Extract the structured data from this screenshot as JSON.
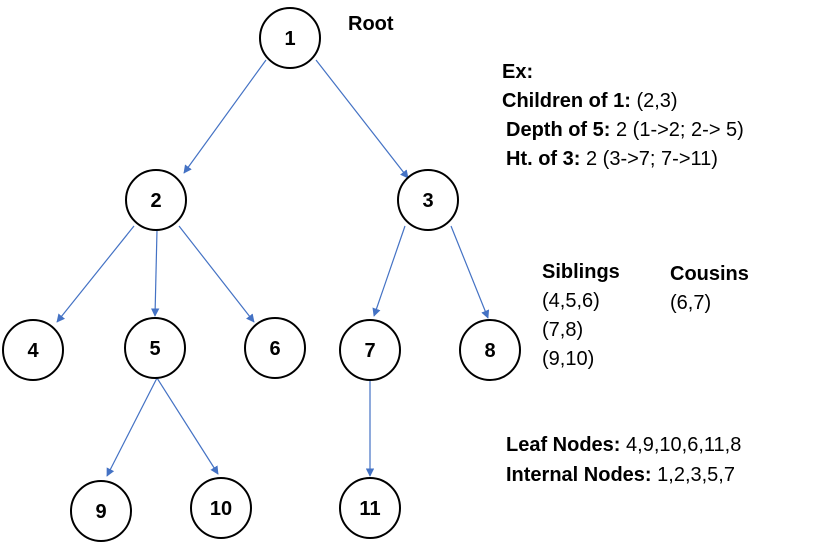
{
  "diagram": {
    "nodes": [
      {
        "id": "1",
        "label": "1"
      },
      {
        "id": "2",
        "label": "2"
      },
      {
        "id": "3",
        "label": "3"
      },
      {
        "id": "4",
        "label": "4"
      },
      {
        "id": "5",
        "label": "5"
      },
      {
        "id": "6",
        "label": "6"
      },
      {
        "id": "7",
        "label": "7"
      },
      {
        "id": "8",
        "label": "8"
      },
      {
        "id": "9",
        "label": "9"
      },
      {
        "id": "10",
        "label": "10"
      },
      {
        "id": "11",
        "label": "11"
      }
    ],
    "edges": [
      {
        "from": "1",
        "to": "2"
      },
      {
        "from": "1",
        "to": "3"
      },
      {
        "from": "2",
        "to": "4"
      },
      {
        "from": "2",
        "to": "5"
      },
      {
        "from": "2",
        "to": "6"
      },
      {
        "from": "3",
        "to": "7"
      },
      {
        "from": "3",
        "to": "8"
      },
      {
        "from": "5",
        "to": "9"
      },
      {
        "from": "5",
        "to": "10"
      },
      {
        "from": "7",
        "to": "11"
      }
    ],
    "colors": {
      "edge": "#4472C4",
      "node_stroke": "#000000",
      "node_fill": "#ffffff"
    }
  },
  "root_label": "Root",
  "example": {
    "heading": "Ex:",
    "children_label": "Children of 1:",
    "children_value": "(2,3)",
    "depth_label": "Depth of 5:",
    "depth_value": "2 (1->2; 2-> 5)",
    "height_label": "Ht. of 3:",
    "height_value": "2 (3->7; 7->11)"
  },
  "siblings": {
    "heading": "Siblings",
    "groups": [
      "(4,5,6)",
      "(7,8)",
      "(9,10)"
    ]
  },
  "cousins": {
    "heading": "Cousins",
    "groups": [
      "(6,7)"
    ]
  },
  "leaf_nodes": {
    "label": "Leaf Nodes:",
    "value": "4,9,10,6,11,8"
  },
  "internal_nodes": {
    "label": "Internal Nodes:",
    "value": "1,2,3,5,7"
  }
}
